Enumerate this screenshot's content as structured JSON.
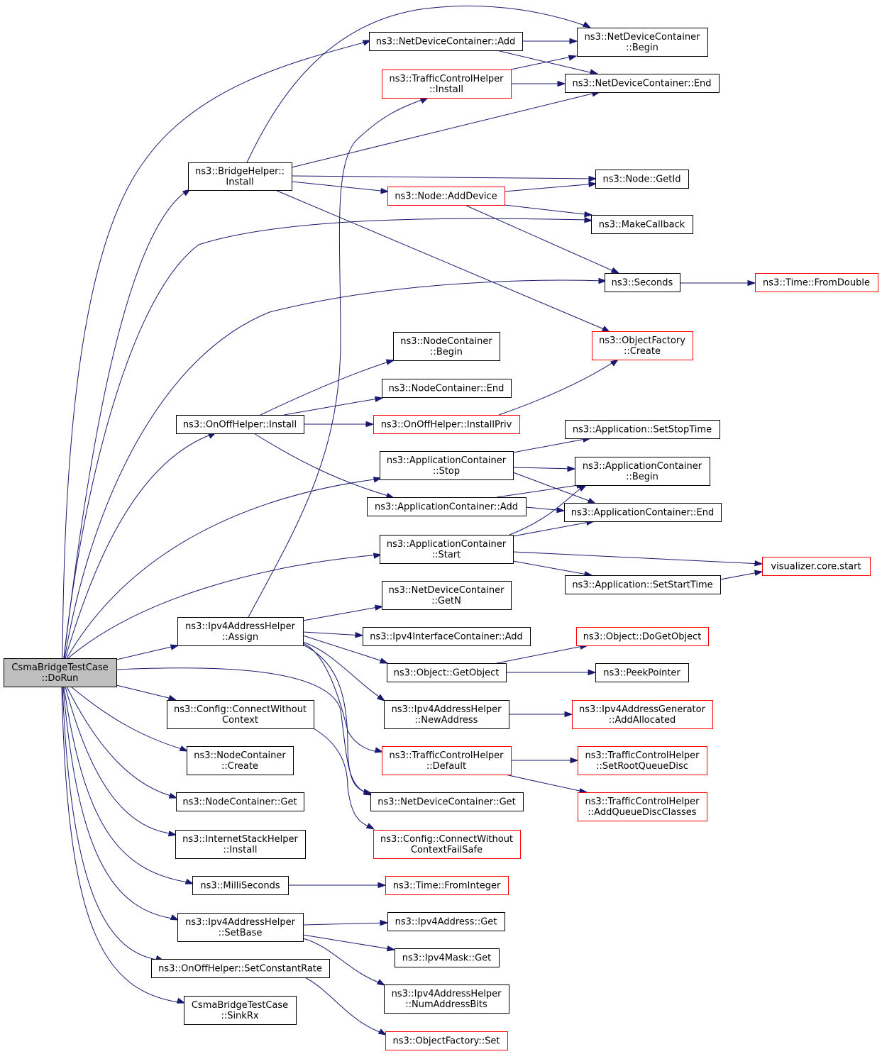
{
  "colors": {
    "edge": "#191970",
    "root_fill": "#bfbfbf",
    "root_border": "#000000",
    "node_border": "#000000",
    "truncated_border": "#ff0000",
    "node_fill": "#ffffff"
  },
  "nodes": {
    "root": {
      "lines": [
        "CsmaBridgeTestCase",
        "::DoRun"
      ],
      "style": "root"
    },
    "bh_install": {
      "lines": [
        "ns3::BridgeHelper::",
        "Install"
      ],
      "style": "normal"
    },
    "ndc_add": {
      "lines": [
        "ns3::NetDeviceContainer::Add"
      ],
      "style": "normal"
    },
    "ndc_begin": {
      "lines": [
        "ns3::NetDeviceContainer",
        "::Begin"
      ],
      "style": "normal"
    },
    "tch_install": {
      "lines": [
        "ns3::TrafficControlHelper",
        "::Install"
      ],
      "style": "truncated"
    },
    "ndc_end": {
      "lines": [
        "ns3::NetDeviceContainer::End"
      ],
      "style": "normal"
    },
    "node_getid": {
      "lines": [
        "ns3::Node::GetId"
      ],
      "style": "normal"
    },
    "node_adddevice": {
      "lines": [
        "ns3::Node::AddDevice"
      ],
      "style": "truncated"
    },
    "makecallback": {
      "lines": [
        "ns3::MakeCallback"
      ],
      "style": "normal"
    },
    "seconds": {
      "lines": [
        "ns3::Seconds"
      ],
      "style": "normal"
    },
    "time_fromdouble": {
      "lines": [
        "ns3::Time::FromDouble"
      ],
      "style": "truncated"
    },
    "of_create": {
      "lines": [
        "ns3::ObjectFactory",
        "::Create"
      ],
      "style": "truncated"
    },
    "nc_begin": {
      "lines": [
        "ns3::NodeContainer",
        "::Begin"
      ],
      "style": "normal"
    },
    "nc_end": {
      "lines": [
        "ns3::NodeContainer::End"
      ],
      "style": "normal"
    },
    "onoff_install": {
      "lines": [
        "ns3::OnOffHelper::Install"
      ],
      "style": "normal"
    },
    "onoff_installpriv": {
      "lines": [
        "ns3::OnOffHelper::InstallPriv"
      ],
      "style": "truncated"
    },
    "app_setstoptime": {
      "lines": [
        "ns3::Application::SetStopTime"
      ],
      "style": "normal"
    },
    "ac_stop": {
      "lines": [
        "ns3::ApplicationContainer",
        "::Stop"
      ],
      "style": "normal"
    },
    "ac_begin": {
      "lines": [
        "ns3::ApplicationContainer",
        "::Begin"
      ],
      "style": "normal"
    },
    "ac_add": {
      "lines": [
        "ns3::ApplicationContainer::Add"
      ],
      "style": "normal"
    },
    "ac_end": {
      "lines": [
        "ns3::ApplicationContainer::End"
      ],
      "style": "normal"
    },
    "ac_start": {
      "lines": [
        "ns3::ApplicationContainer",
        "::Start"
      ],
      "style": "normal"
    },
    "viz_start": {
      "lines": [
        "visualizer.core.start"
      ],
      "style": "truncated"
    },
    "app_setstarttime": {
      "lines": [
        "ns3::Application::SetStartTime"
      ],
      "style": "normal"
    },
    "ndc_getn": {
      "lines": [
        "ns3::NetDeviceContainer",
        "::GetN"
      ],
      "style": "normal"
    },
    "ipv4ah_assign": {
      "lines": [
        "ns3::Ipv4AddressHelper",
        "::Assign"
      ],
      "style": "normal"
    },
    "ipv4ic_add": {
      "lines": [
        "ns3::Ipv4InterfaceContainer::Add"
      ],
      "style": "normal"
    },
    "obj_dogetobject": {
      "lines": [
        "ns3::Object::DoGetObject"
      ],
      "style": "truncated"
    },
    "obj_getobject": {
      "lines": [
        "ns3::Object::GetObject"
      ],
      "style": "normal"
    },
    "peekpointer": {
      "lines": [
        "ns3::PeekPointer"
      ],
      "style": "normal"
    },
    "config_cwc": {
      "lines": [
        "ns3::Config::ConnectWithout",
        "Context"
      ],
      "style": "normal"
    },
    "ipv4ah_newaddress": {
      "lines": [
        "ns3::Ipv4AddressHelper",
        "::NewAddress"
      ],
      "style": "normal"
    },
    "ipv4ag_addallocated": {
      "lines": [
        "ns3::Ipv4AddressGenerator",
        "::AddAllocated"
      ],
      "style": "truncated"
    },
    "nc_create": {
      "lines": [
        "ns3::NodeContainer",
        "::Create"
      ],
      "style": "normal"
    },
    "tch_default": {
      "lines": [
        "ns3::TrafficControlHelper",
        "::Default"
      ],
      "style": "truncated"
    },
    "tch_setroot": {
      "lines": [
        "ns3::TrafficControlHelper",
        "::SetRootQueueDisc"
      ],
      "style": "truncated"
    },
    "nc_get": {
      "lines": [
        "ns3::NodeContainer::Get"
      ],
      "style": "normal"
    },
    "ndc_get": {
      "lines": [
        "ns3::NetDeviceContainer::Get"
      ],
      "style": "normal"
    },
    "tch_addqdc": {
      "lines": [
        "ns3::TrafficControlHelper",
        "::AddQueueDiscClasses"
      ],
      "style": "truncated"
    },
    "ish_install": {
      "lines": [
        "ns3::InternetStackHelper",
        "::Install"
      ],
      "style": "normal"
    },
    "config_cwcfs": {
      "lines": [
        "ns3::Config::ConnectWithout",
        "ContextFailSafe"
      ],
      "style": "truncated"
    },
    "milliseconds": {
      "lines": [
        "ns3::MilliSeconds"
      ],
      "style": "normal"
    },
    "time_frominteger": {
      "lines": [
        "ns3::Time::FromInteger"
      ],
      "style": "truncated"
    },
    "ipv4ah_setbase": {
      "lines": [
        "ns3::Ipv4AddressHelper",
        "::SetBase"
      ],
      "style": "normal"
    },
    "ipv4addr_get": {
      "lines": [
        "ns3::Ipv4Address::Get"
      ],
      "style": "normal"
    },
    "ipv4mask_get": {
      "lines": [
        "ns3::Ipv4Mask::Get"
      ],
      "style": "normal"
    },
    "onoff_setconstantrate": {
      "lines": [
        "ns3::OnOffHelper::SetConstantRate"
      ],
      "style": "normal"
    },
    "ipv4ah_numaddressbits": {
      "lines": [
        "ns3::Ipv4AddressHelper",
        "::NumAddressBits"
      ],
      "style": "normal"
    },
    "sinkrx": {
      "lines": [
        "CsmaBridgeTestCase",
        "::SinkRx"
      ],
      "style": "normal"
    },
    "of_set": {
      "lines": [
        "ns3::ObjectFactory::Set"
      ],
      "style": "truncated"
    }
  }
}
